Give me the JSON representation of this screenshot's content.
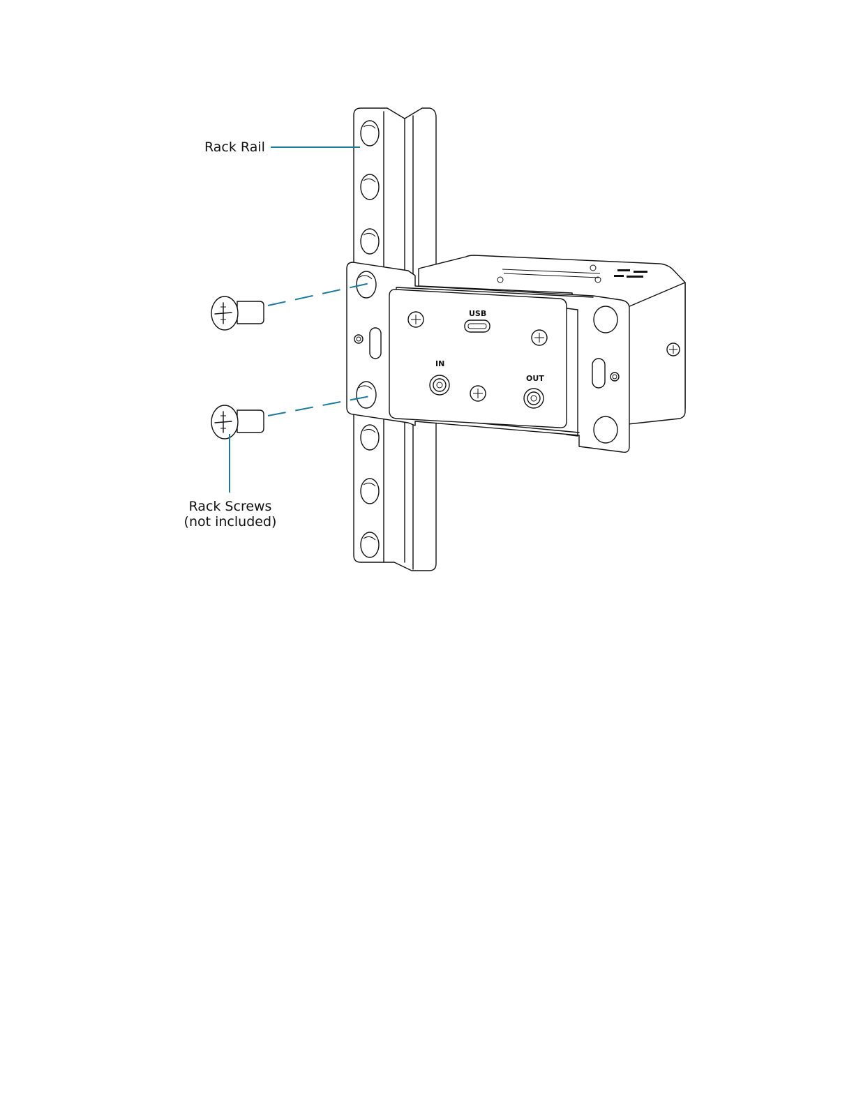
{
  "callouts": {
    "rack_rail": "Rack Rail",
    "rack_screws_line1": "Rack Screws",
    "rack_screws_line2": "(not included)"
  },
  "device_labels": {
    "usb": "USB",
    "in": "IN",
    "out": "OUT"
  },
  "icons": {
    "screw": "phillips-screw-icon",
    "rail_hole": "rail-hole-icon",
    "usb_port": "usb-c-port-icon",
    "audio_jack": "audio-jack-icon"
  },
  "colors": {
    "callout_line": "#1a7a9c",
    "drawing_line": "#111111"
  }
}
